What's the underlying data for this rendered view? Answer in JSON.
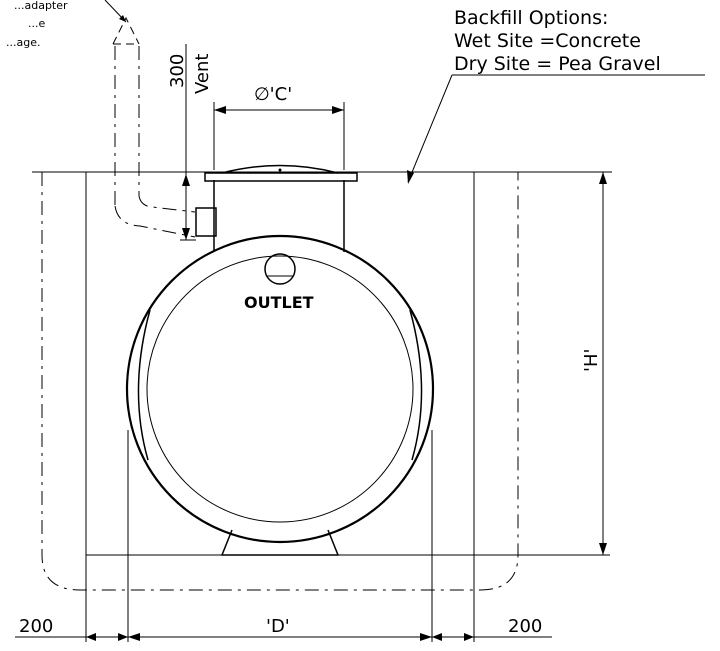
{
  "backfill": {
    "title": "Backfill Options:",
    "wet": "Wet Site =Concrete",
    "dry": "Dry Site = Pea Gravel"
  },
  "topleft_note": {
    "line1": "...adapter",
    "line2": "...e",
    "line3": "...age."
  },
  "labels": {
    "vent_height": "300",
    "vent": "Vent",
    "diameter": "∅'C'",
    "outlet": "OUTLET",
    "height": "'H'",
    "left_clearance": "200",
    "width": "'D'",
    "right_clearance": "200"
  }
}
